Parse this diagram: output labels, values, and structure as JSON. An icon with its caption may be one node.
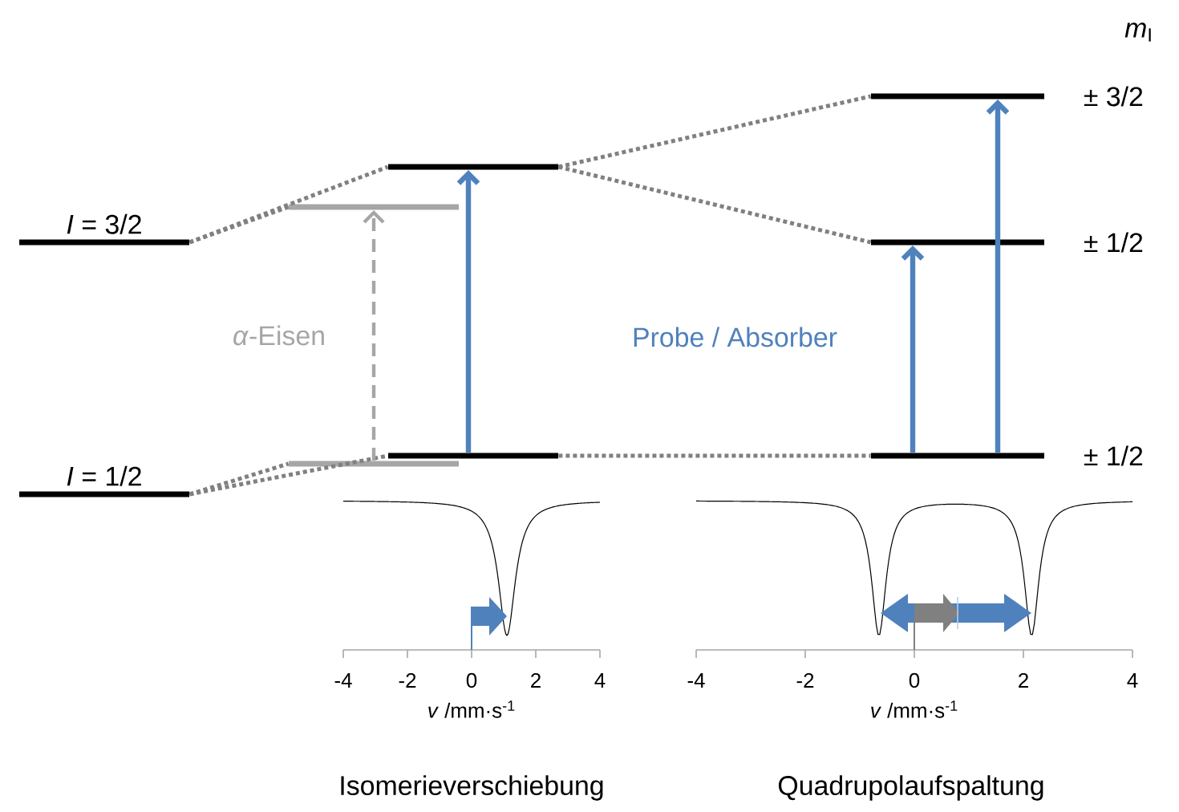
{
  "diagram": {
    "nodes": [
      {
        "text": [
          "*I* = 3/2"
        ]
      },
      {
        "text": [
          "*I* = 1/2"
        ]
      },
      {
        "text": [],
        "shape": "bar"
      },
      {
        "text": [],
        "shape": "bar"
      },
      {
        "text": [],
        "shape": "bar"
      },
      {
        "text": [],
        "shape": "bar"
      },
      {
        "text": [
          "± 3/2"
        ]
      },
      {
        "text": [
          "± 1/2"
        ]
      },
      {
        "text": [
          "± 1/2"
        ]
      }
    ],
    "edges": [
      {
        "from": 0,
        "to": 2,
        "arrow": "none",
        "style": "dashed"
      },
      {
        "from": 0,
        "to": 4,
        "arrow": "none",
        "style": "dashed"
      },
      {
        "from": 1,
        "to": 3,
        "arrow": "none",
        "style": "dashed"
      },
      {
        "from": 1,
        "to": 5,
        "arrow": "none",
        "style": "dashed"
      },
      {
        "from": 4,
        "to": 6,
        "arrow": "none",
        "style": "dashed"
      },
      {
        "from": 4,
        "to": 7,
        "arrow": "none",
        "style": "dashed"
      },
      {
        "from": 5,
        "to": 8,
        "arrow": "none",
        "style": "dashed"
      },
      {
        "from": 3,
        "to": 2,
        "arrow": "to",
        "style": "dashed",
        "color": "#a6a6a6"
      },
      {
        "from": 5,
        "to": 4,
        "arrow": "to",
        "color": "#4f81bd"
      },
      {
        "from": 8,
        "to": 7,
        "arrow": "to",
        "color": "#4f81bd"
      },
      {
        "from": 8,
        "to": 6,
        "arrow": "to",
        "color": "#4f81bd"
      }
    ],
    "labels": [
      "*m*$_{I}$",
      "*α*-Eisen",
      "Probe / Absorber",
      "-4",
      "-2",
      "0",
      "2",
      "4",
      "*v* /mm·s$^{-1}$",
      "-4",
      "-2",
      "0",
      "2",
      "4",
      "*v* /mm·s$^{-1}$",
      "Isomerieverschiebung",
      "Quadrupolaufspaltung"
    ]
  }
}
